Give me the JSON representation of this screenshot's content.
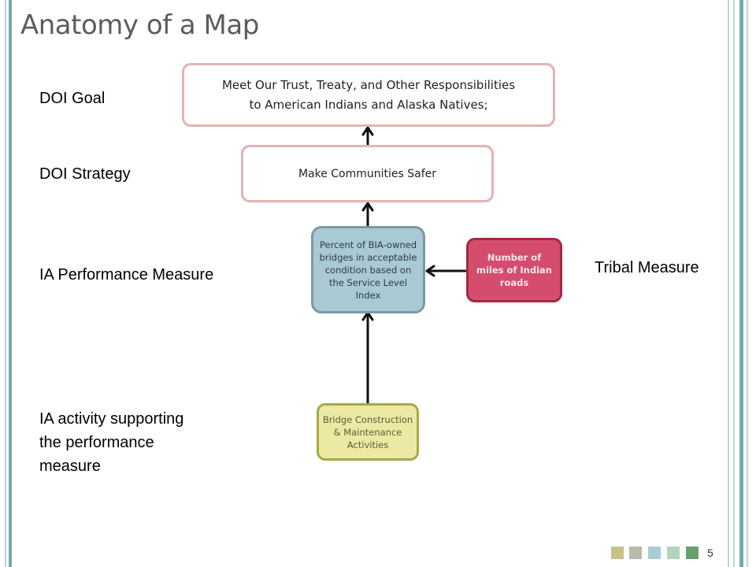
{
  "slide": {
    "title": "Anatomy of a Map",
    "page_number": "5"
  },
  "labels": {
    "doi_goal": "DOI Goal",
    "doi_strategy": "DOI Strategy",
    "ia_performance_measure": "IA Performance Measure",
    "ia_activity_line1": "IA activity supporting",
    "ia_activity_line2": "the performance",
    "ia_activity_line3": "measure",
    "tribal_measure": "Tribal Measure"
  },
  "nodes": {
    "goal_line1": "Meet Our Trust, Treaty, and Other Responsibilities",
    "goal_line2": "to American Indians and Alaska Natives;",
    "strategy": "Make Communities Safer",
    "measure": "Percent of BIA-owned bridges in acceptable condition based on the Service Level Index",
    "tribal": "Number of miles of Indian roads",
    "activity": "Bridge Construction & Maintenance Activities"
  },
  "colors": {
    "rail_teal": "#74a8b2",
    "rail_light": "#bdd4d9",
    "goal_border": "#e2b3b3",
    "measure_fill": "#a9c9d4",
    "tribal_fill": "#d44d6e",
    "activity_fill": "#ebe9a3",
    "pager_squares": [
      "#c9c08e",
      "#b9b9ac",
      "#a8ccd6",
      "#b3d4bb",
      "#6b9e6f"
    ]
  }
}
